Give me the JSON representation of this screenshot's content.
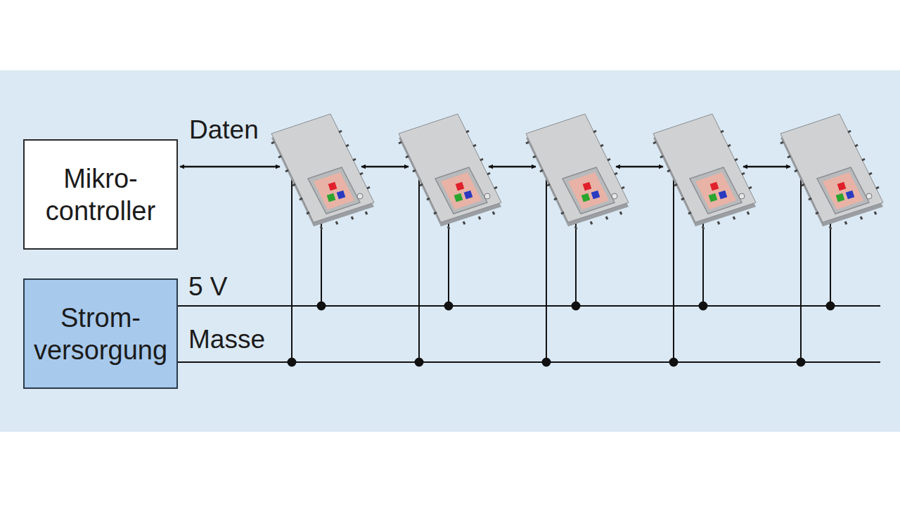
{
  "diagram": {
    "nodes": [
      {
        "text": [
          "Mikro- controller"
        ]
      },
      {
        "text": [
          "Strom- versorgung"
        ]
      }
    ],
    "labels": [
      "Daten",
      "5 V",
      "Masse"
    ]
  }
}
